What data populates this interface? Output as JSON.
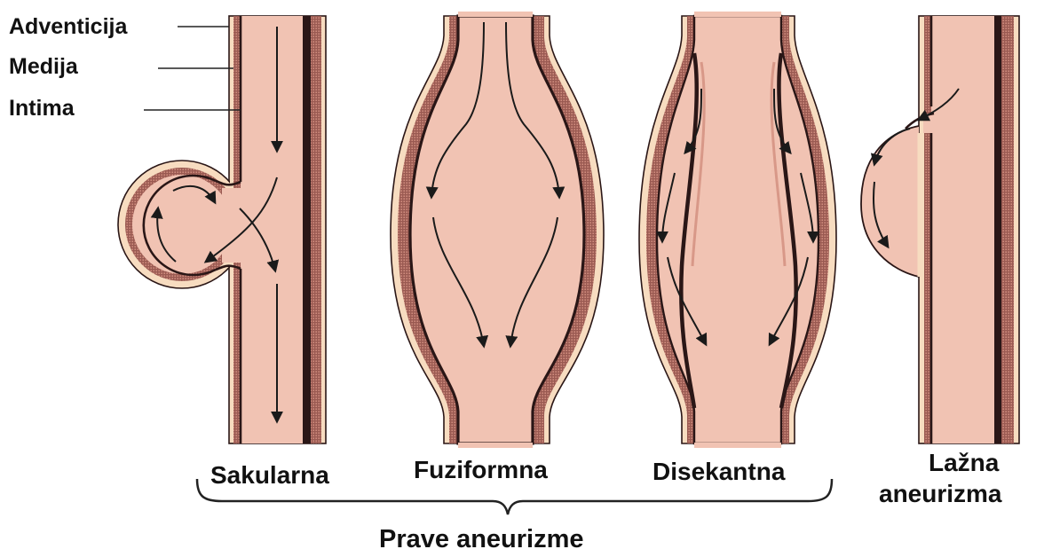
{
  "layers": {
    "adventitia": "Adventicija",
    "media": "Medija",
    "intima": "Intima"
  },
  "types": {
    "saccular": "Sakularna",
    "fusiform": "Fuziformna",
    "dissecting": "Disekantna",
    "false_line1": "Lažna",
    "false_line2": "aneurizma"
  },
  "group_label": "Prave aneurizme",
  "colors": {
    "lumen": "#f1c3b3",
    "adventitia": "#f7dcc0",
    "media": "#d89888",
    "intima": "#2a1616",
    "arrow": "#1a1a1a"
  }
}
